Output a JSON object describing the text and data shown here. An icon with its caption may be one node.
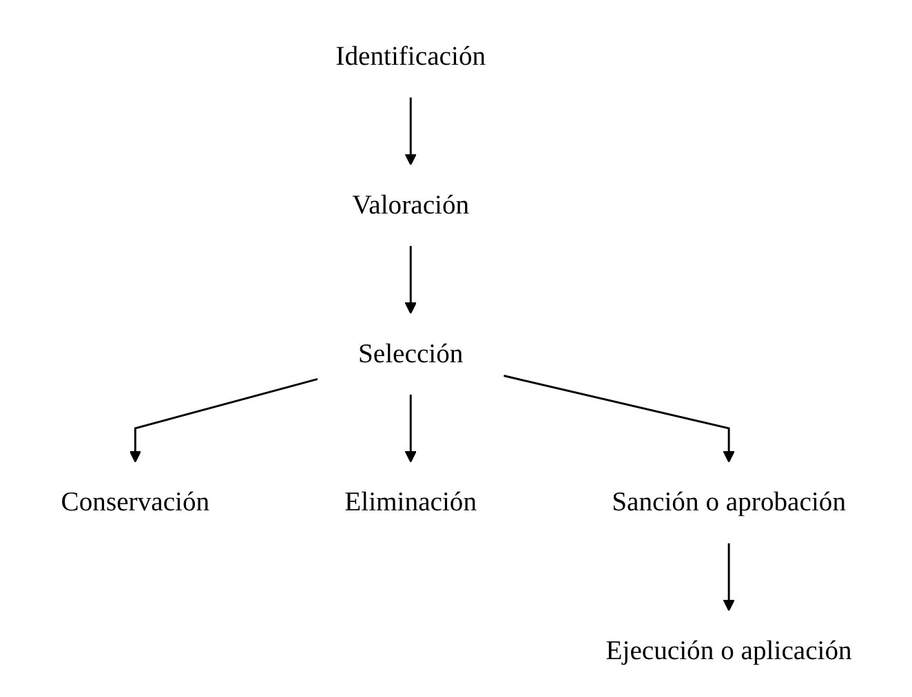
{
  "diagram": {
    "nodes": [
      {
        "text": [
          "Identificación"
        ]
      },
      {
        "text": [
          "Valoración"
        ]
      },
      {
        "text": [
          "Selección"
        ]
      },
      {
        "text": [
          "Conservación"
        ]
      },
      {
        "text": [
          "Eliminación"
        ]
      },
      {
        "text": [
          "Sanción o aprobación"
        ]
      },
      {
        "text": [
          "Ejecución o aplicación"
        ]
      }
    ],
    "edges": [
      {
        "from": 0,
        "to": 1,
        "arrow": "to"
      },
      {
        "from": 1,
        "to": 2,
        "arrow": "to"
      },
      {
        "from": 2,
        "to": 3,
        "arrow": "to"
      },
      {
        "from": 2,
        "to": 4,
        "arrow": "to"
      },
      {
        "from": 2,
        "to": 5,
        "arrow": "to"
      },
      {
        "from": 5,
        "to": 6,
        "arrow": "to"
      }
    ]
  }
}
